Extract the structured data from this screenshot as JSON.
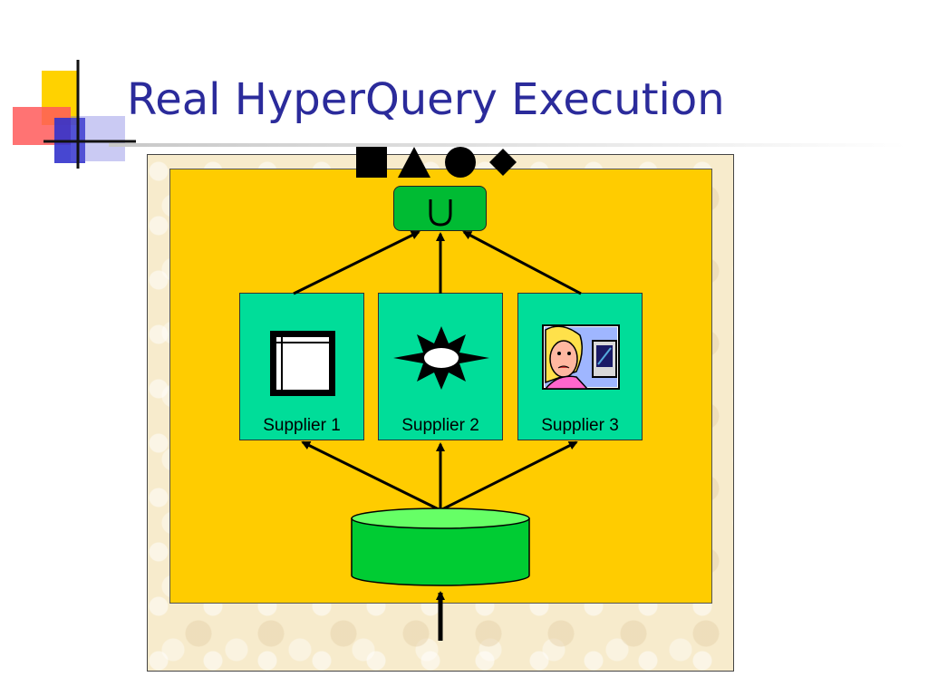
{
  "slide": {
    "title": "Real HyperQuery Execution"
  },
  "diagram": {
    "union_symbol": "∪",
    "result_shapes": [
      "square-icon",
      "triangle-icon",
      "circle-icon",
      "diamond-icon"
    ],
    "suppliers": [
      {
        "label": "Supplier 1",
        "icon": "window-icon"
      },
      {
        "label": "Supplier 2",
        "icon": "starburst-icon"
      },
      {
        "label": "Supplier 3",
        "icon": "person-at-computer-icon"
      }
    ],
    "source": {
      "icon": "database-cylinder-icon"
    }
  },
  "colors": {
    "title": "#2b2b9b",
    "inner_panel": "#ffcc00",
    "union_box": "#00bb33",
    "supplier_box": "#00dd99",
    "database": "#00cc33"
  }
}
